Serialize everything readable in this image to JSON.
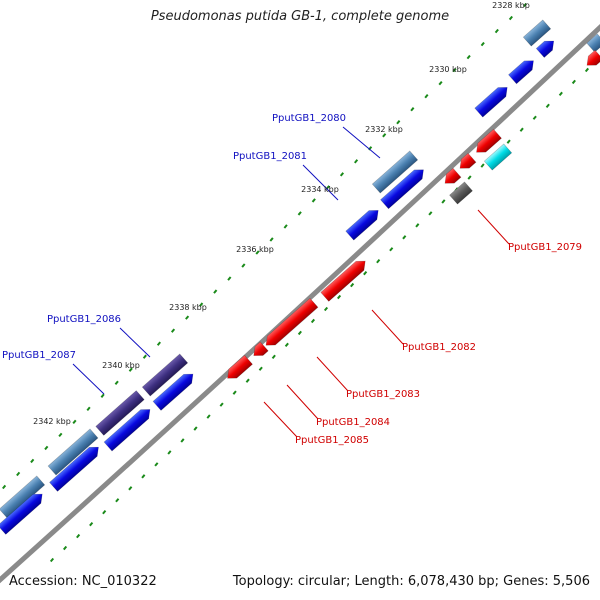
{
  "title": "Pseudomonas putida GB-1, complete genome",
  "footer": {
    "accession": "Accession: NC_010322",
    "topology": "Topology: circular; Length: 6,078,430 bp; Genes: 5,506"
  },
  "ticks": [
    "2328 kbp",
    "2330 kbp",
    "2332 kbp",
    "2334 kbp",
    "2336 kbp",
    "2338 kbp",
    "2340 kbp",
    "2342 kbp"
  ],
  "gene_labels": [
    "PputGB1_2080",
    "PputGB1_2081",
    "PputGB1_2086",
    "PputGB1_2087",
    "PputGB1_2079",
    "PputGB1_2082",
    "PputGB1_2083",
    "PputGB1_2084",
    "PputGB1_2085"
  ],
  "colors": {
    "backbone": "#8a8a8a",
    "forward_cds": "#0a0ae6",
    "reverse_cds": "#e60000",
    "steelblue_feature": "#4a80b0",
    "purple_feature": "#3d2f80",
    "cyan_feature": "#00d8e0",
    "gray_feature": "#606060",
    "gc_dots": "#1a8a1a",
    "label_forward": "#1010c0",
    "label_reverse": "#d00000"
  }
}
